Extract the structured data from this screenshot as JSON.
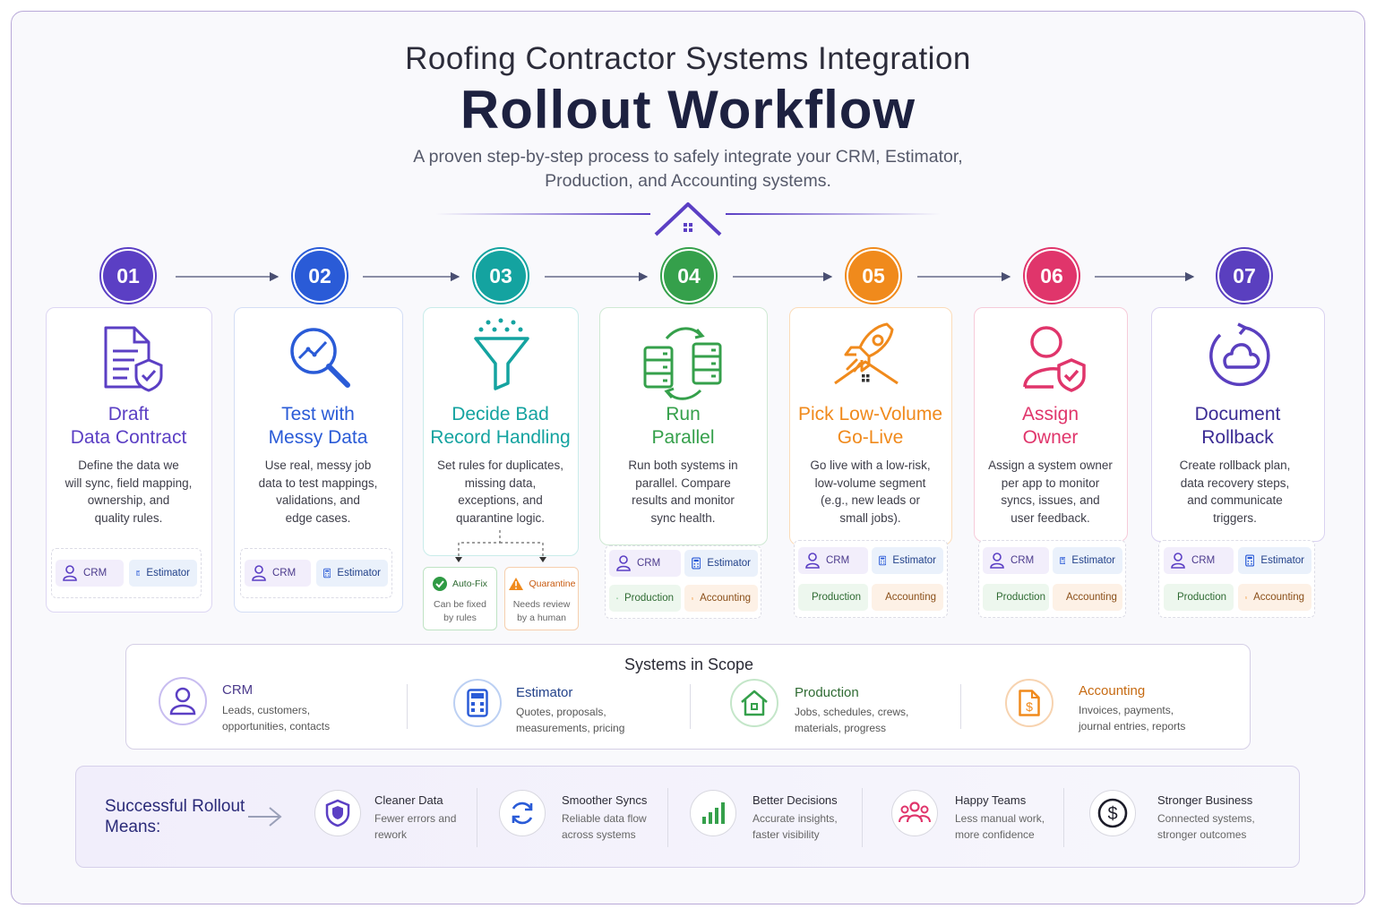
{
  "header": {
    "subtitle": "Roofing Contractor Systems Integration",
    "title": "Rollout Workflow",
    "description": "A proven step-by-step process to safely integrate your CRM, Estimator, Production, and Accounting systems."
  },
  "colors": {
    "purple": "#5b3fc4",
    "blue": "#2a5bd7",
    "teal": "#14a3a0",
    "green": "#35a04b",
    "orange": "#f08a1c",
    "pink": "#e0356b",
    "violet": "#5a3fbf"
  },
  "steps": [
    {
      "num": "01",
      "title1": "Draft",
      "title2": "Data Contract",
      "desc": [
        "Define the data we",
        "will sync, field mapping,",
        "ownership, and",
        "quality rules."
      ],
      "icon": "document-shield-icon"
    },
    {
      "num": "02",
      "title1": "Test with",
      "title2": "Messy Data",
      "desc": [
        "Use real, messy job",
        "data to test mappings,",
        "validations, and",
        "edge cases."
      ],
      "icon": "magnify-chart-icon"
    },
    {
      "num": "03",
      "title1": "Decide Bad",
      "title2": "Record Handling",
      "desc": [
        "Set rules for duplicates,",
        "missing data,",
        "exceptions, and",
        "quarantine logic."
      ],
      "icon": "funnel-icon"
    },
    {
      "num": "04",
      "title1": "Run",
      "title2": "Parallel",
      "desc": [
        "Run both systems in",
        "parallel. Compare",
        "results and monitor",
        "sync health."
      ],
      "icon": "parallel-servers-icon"
    },
    {
      "num": "05",
      "title1": "Pick Low-Volume",
      "title2": "Go-Live",
      "desc": [
        "Go live with a low-risk,",
        "low-volume segment",
        "(e.g., new leads or",
        "small jobs)."
      ],
      "icon": "rocket-icon"
    },
    {
      "num": "06",
      "title1": "Assign",
      "title2": "Owner",
      "desc": [
        "Assign a system owner",
        "per app to monitor",
        "syncs, issues, and",
        "user feedback."
      ],
      "icon": "user-shield-icon"
    },
    {
      "num": "07",
      "title1": "Document",
      "title2": "Rollback",
      "desc": [
        "Create rollback plan,",
        "data recovery steps,",
        "and communicate",
        "triggers."
      ],
      "icon": "cloud-rollback-icon"
    }
  ],
  "chips": {
    "crm": "CRM",
    "estimator": "Estimator",
    "production": "Production",
    "accounting": "Accounting"
  },
  "bad_record": {
    "autofix_label": "Auto-Fix",
    "autofix_desc": [
      "Can be fixed",
      "by rules"
    ],
    "quarantine_label": "Quarantine",
    "quarantine_desc": [
      "Needs review",
      "by a human"
    ]
  },
  "systems": {
    "title": "Systems in Scope",
    "items": [
      {
        "name": "CRM",
        "desc": [
          "Leads, customers,",
          "opportunities, contacts"
        ],
        "icon": "user-icon"
      },
      {
        "name": "Estimator",
        "desc": [
          "Quotes, proposals,",
          "measurements, pricing"
        ],
        "icon": "calculator-icon"
      },
      {
        "name": "Production",
        "desc": [
          "Jobs, schedules, crews,",
          "materials, progress"
        ],
        "icon": "house-icon"
      },
      {
        "name": "Accounting",
        "desc": [
          "Invoices, payments,",
          "journal entries, reports"
        ],
        "icon": "invoice-dollar-icon"
      }
    ]
  },
  "outcomes": {
    "label": [
      "Successful Rollout",
      "Means:"
    ],
    "items": [
      {
        "title": "Cleaner Data",
        "desc": [
          "Fewer errors and",
          "rework"
        ],
        "icon": "shield-icon"
      },
      {
        "title": "Smoother Syncs",
        "desc": [
          "Reliable data flow",
          "across systems"
        ],
        "icon": "sync-icon"
      },
      {
        "title": "Better Decisions",
        "desc": [
          "Accurate insights,",
          "faster visibility"
        ],
        "icon": "bar-chart-icon"
      },
      {
        "title": "Happy Teams",
        "desc": [
          "Less manual work,",
          "more confidence"
        ],
        "icon": "team-icon"
      },
      {
        "title": "Stronger Business",
        "desc": [
          "Connected systems,",
          "stronger outcomes"
        ],
        "icon": "dollar-circle-icon"
      }
    ]
  }
}
